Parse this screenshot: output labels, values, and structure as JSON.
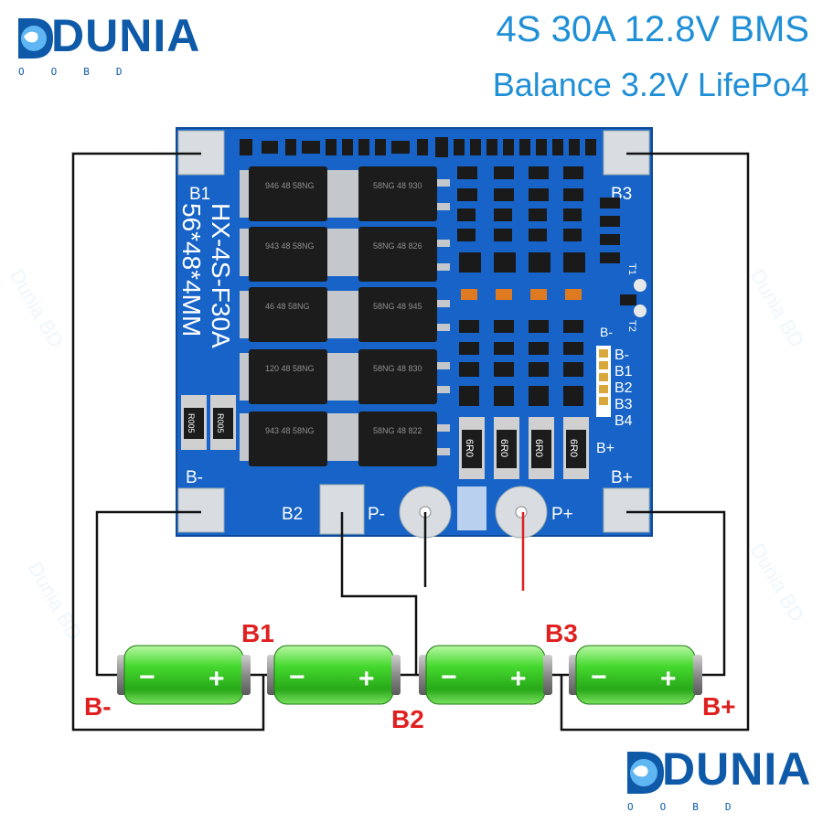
{
  "header": {
    "title": "4S 30A 12.8V BMS",
    "subtitle": "Balance 3.2V LifePo4"
  },
  "brand": {
    "name": "DUNIA",
    "tagline_letters": [
      "O",
      "O",
      "B",
      "D"
    ],
    "watermark": "Dunia BD"
  },
  "board": {
    "model_line1": "HX-4S-F30A",
    "model_line2": "56*48*4MM",
    "pad_b1": "B1",
    "pad_b3": "B3",
    "pad_bminus": "B-",
    "pad_bplus": "B+",
    "pad_b2": "B2",
    "pad_pminus": "P-",
    "pad_pplus": "P+",
    "label_t1": "T1",
    "label_t2": "T2",
    "label_bminus_small": "B-",
    "balance_labels": [
      "B-",
      "B1",
      "B2",
      "B3",
      "B4",
      "B+"
    ],
    "resistor_labels": [
      "R005",
      "R005"
    ],
    "shunt_labels": [
      "6R0",
      "6R0",
      "6R0",
      "6R0"
    ],
    "mosfet_codes": [
      "946 48 58NG",
      "58NG 48 930",
      "943 48 58NG",
      "58NG 48 826",
      "46 48 58NG",
      "58NG 48 945",
      "120 48 58NG",
      "58NG 48 830",
      "943 48 58NG",
      "58NG 48 822"
    ]
  },
  "cells": {
    "count": 4,
    "minus_sign": "−",
    "plus_sign": "+"
  },
  "wiring_labels": {
    "b_minus": "B-",
    "b1": "B1",
    "b2": "B2",
    "b3": "B3",
    "b_plus": "B+"
  },
  "colors": {
    "accent_blue": "#1f8fd6",
    "board_blue": "#1763c7",
    "label_red": "#e02020",
    "cell_green": "#3fd22c"
  }
}
